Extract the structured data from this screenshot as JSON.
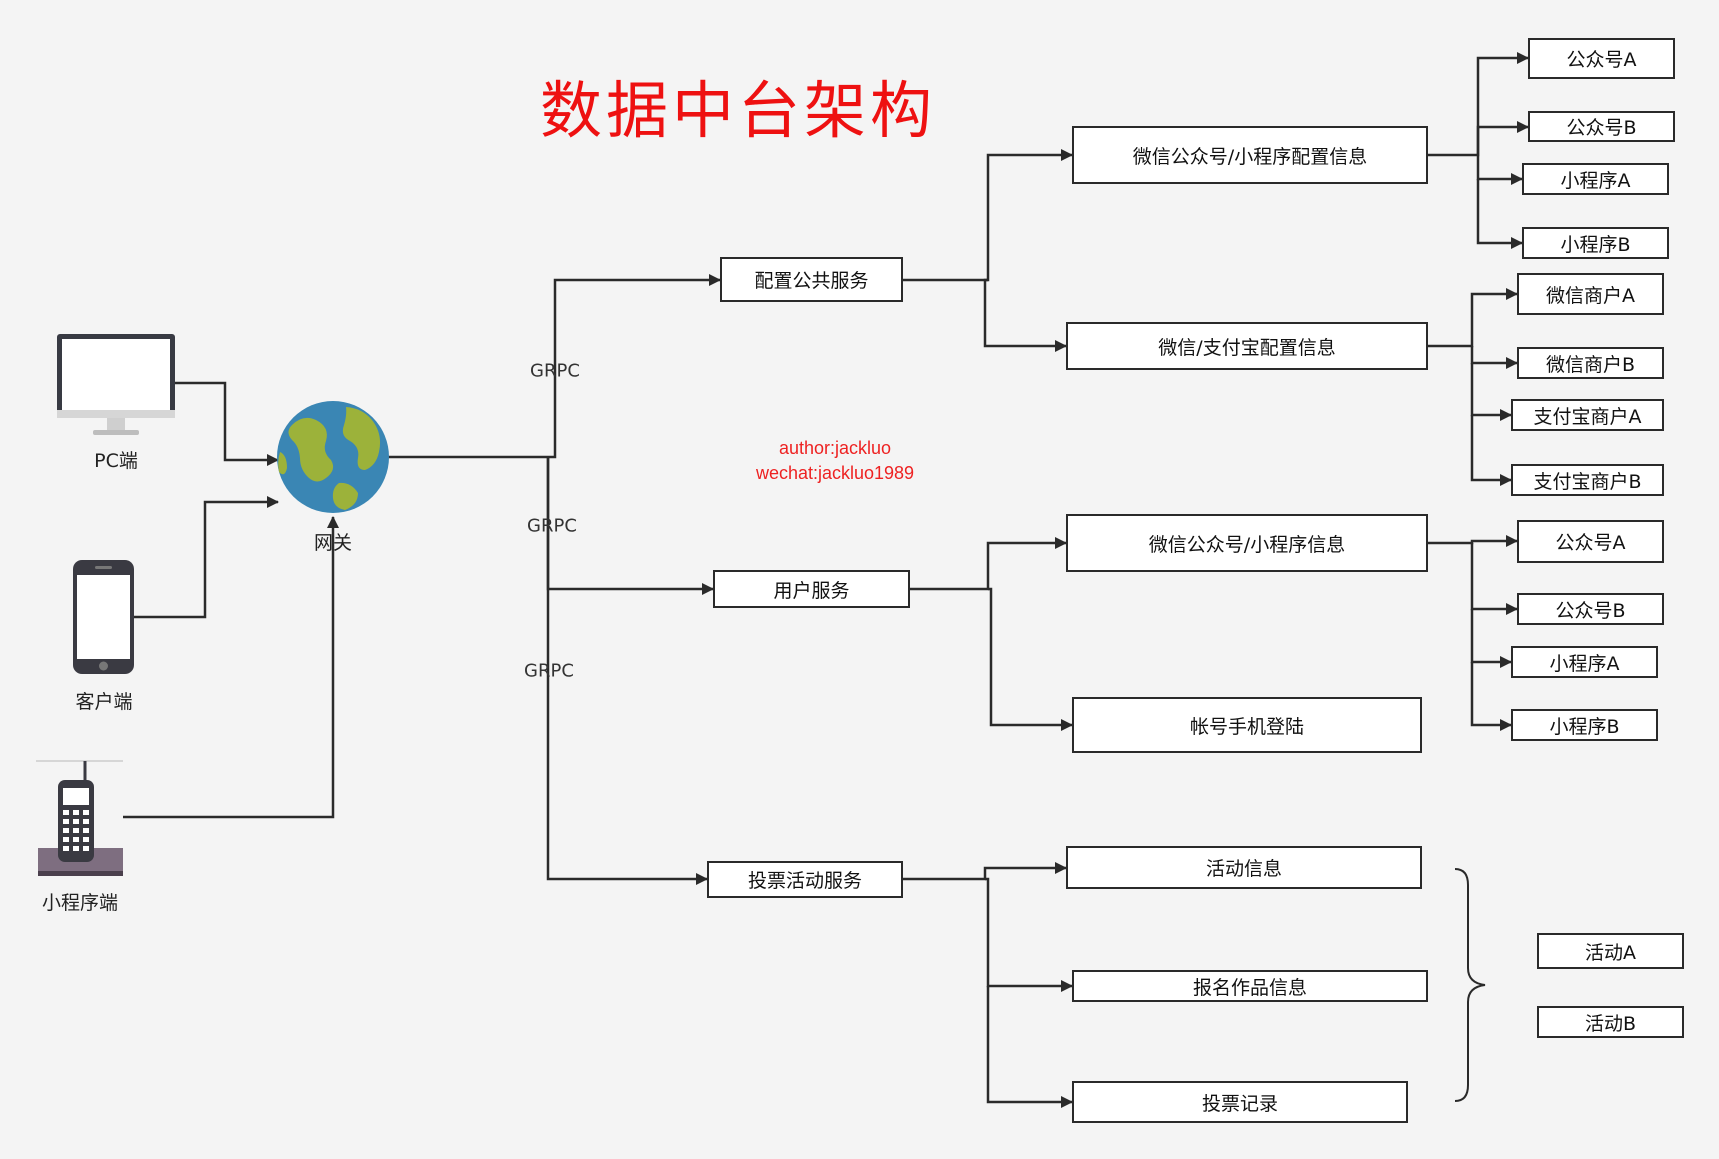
{
  "title": "数据中台架构",
  "author": {
    "line1": "author:jackluo",
    "line2": "wechat:jackluo1989"
  },
  "protocol_label": "GRPC",
  "clients": {
    "pc": "PC端",
    "mobile": "客户端",
    "miniprogram": "小程序端"
  },
  "gateway": "网关",
  "services": {
    "config": "配置公共服务",
    "user": "用户服务",
    "vote": "投票活动服务"
  },
  "config_children": {
    "wechat_mp_config": "微信公众号/小程序配置信息",
    "pay_config": "微信/支付宝配置信息"
  },
  "user_children": {
    "wechat_mp_info": "微信公众号/小程序信息",
    "phone_login": "帐号手机登陆"
  },
  "vote_children": {
    "activity_info": "活动信息",
    "entry_info": "报名作品信息",
    "vote_record": "投票记录"
  },
  "leaves": {
    "mp_config": [
      "公众号A",
      "公众号B",
      "小程序A",
      "小程序B"
    ],
    "pay": [
      "微信商户A",
      "微信商户B",
      "支付宝商户A",
      "支付宝商户B"
    ],
    "mp_info": [
      "公众号A",
      "公众号B",
      "小程序A",
      "小程序B"
    ],
    "activities": [
      "活动A",
      "活动B"
    ]
  },
  "colors": {
    "title": "#ee1111",
    "author": "#ee2222",
    "line": "#2a2a2a",
    "globe_ocean": "#3a86b4",
    "globe_land": "#9cb23a"
  }
}
